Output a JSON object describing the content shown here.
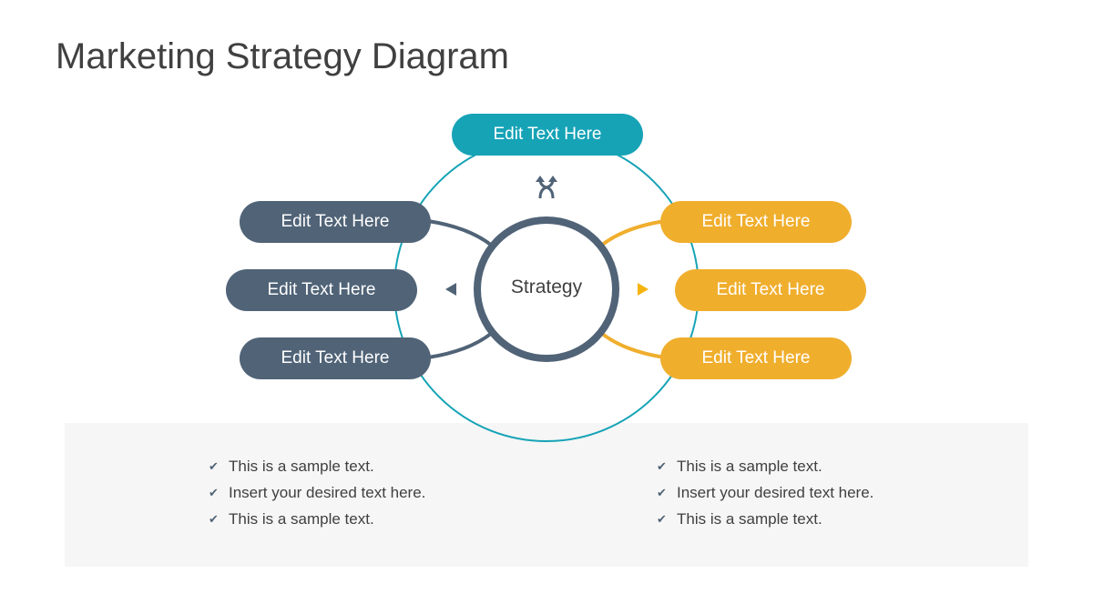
{
  "title": "Marketing Strategy Diagram",
  "center": {
    "label": "Strategy"
  },
  "top_pill": {
    "label": "Edit Text Here"
  },
  "left_pills": [
    {
      "label": "Edit Text Here"
    },
    {
      "label": "Edit Text Here"
    },
    {
      "label": "Edit Text Here"
    }
  ],
  "right_pills": [
    {
      "label": "Edit Text Here"
    },
    {
      "label": "Edit Text Here"
    },
    {
      "label": "Edit Text Here"
    }
  ],
  "bullets_left": [
    "This is a sample text.",
    "Insert your desired text here.",
    "This is a sample text."
  ],
  "bullets_right": [
    "This is a sample text.",
    "Insert your desired text here.",
    "This is a sample text."
  ],
  "colors": {
    "slate": "#506377",
    "gold": "#f0ae2d",
    "teal": "#16a3b6"
  }
}
